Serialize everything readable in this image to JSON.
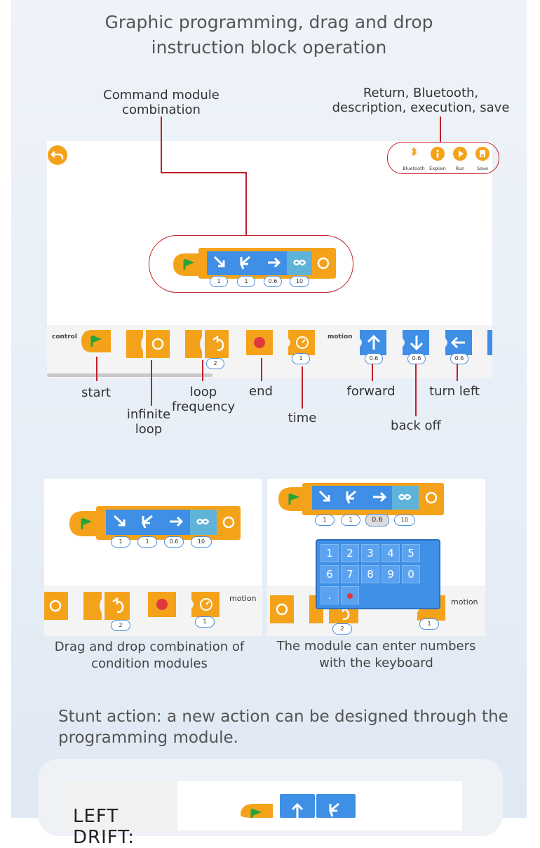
{
  "heading": {
    "line1": "Graphic programming, drag and drop",
    "line2": "instruction block operation"
  },
  "annotations": {
    "command_module_line1": "Command module",
    "command_module_line2": "combination",
    "toolbar_line1": "Return, Bluetooth,",
    "toolbar_line2": "description, execution, save"
  },
  "toolbar": {
    "bluetooth": "Bluetooth",
    "explain": "Explain",
    "run": "Run",
    "save": "Save"
  },
  "program": {
    "params": [
      "1",
      "1",
      "0.6",
      "10"
    ]
  },
  "palette": {
    "control_label": "control",
    "motion_label": "motion",
    "loop_count": "2",
    "time_value": "1",
    "forward_value": "0.6",
    "back_value": "0.6",
    "left_value": "0.6"
  },
  "block_labels": {
    "start": "start",
    "infinite_loop_1": "infinite",
    "infinite_loop_2": "loop",
    "loop_frequency_1": "loop",
    "loop_frequency_2": "frequency",
    "end": "end",
    "time": "time",
    "forward": "forward",
    "back_off": "back off",
    "turn_left": "turn left"
  },
  "keypad": {
    "row1": [
      "1",
      "2",
      "3",
      "4",
      "5"
    ],
    "row2": [
      "6",
      "7",
      "8",
      "9",
      "0"
    ],
    "dot": ".",
    "editing_value": "0.6"
  },
  "captions": {
    "left_1": "Drag and drop combination of",
    "left_2": "condition modules",
    "right_1": "The module can enter numbers",
    "right_2": "with the keyboard"
  },
  "stunt": {
    "line1": "Stunt action: a new action can be designed through the",
    "line2": "programming module."
  },
  "bottom_card": {
    "label": "LEFT DRIFT:"
  },
  "colors": {
    "orange": "#f5a21b",
    "blue": "#3f8fe6",
    "teal": "#5fb3d9",
    "flag_green": "#27a33a",
    "red_annotation": "#c0202a"
  }
}
